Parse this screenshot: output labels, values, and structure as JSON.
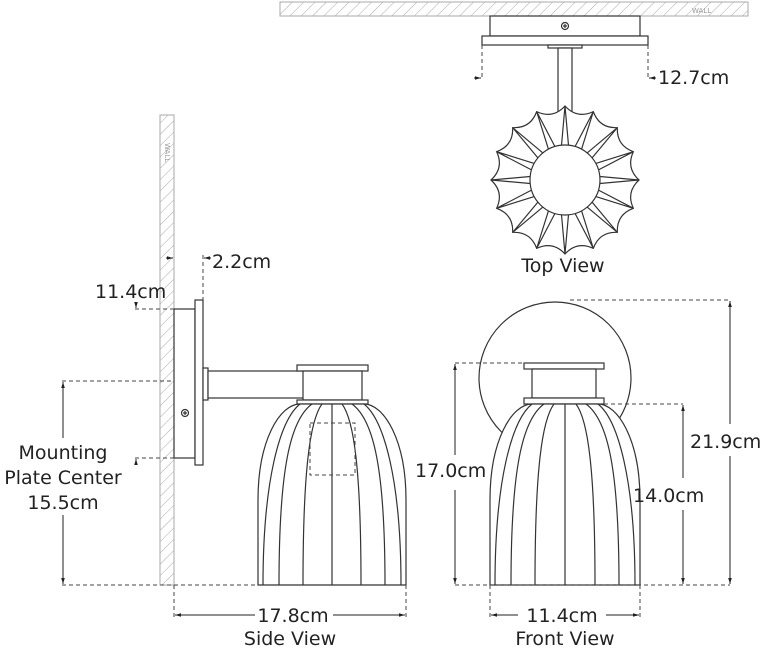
{
  "wall_label": "WALL",
  "top_view": {
    "title": "Top View",
    "plate_width": "12.7cm"
  },
  "side_view": {
    "title": "Side View",
    "plate_depth": "2.2cm",
    "plate_height": "11.4cm",
    "mounting_label_1": "Mounting",
    "mounting_label_2": "Plate Center",
    "mounting_value": "15.5cm",
    "extension": "17.8cm"
  },
  "front_view": {
    "title": "Front View",
    "shade_height": "17.0cm",
    "glass_height": "14.0cm",
    "overall_height": "21.9cm",
    "width": "11.4cm"
  }
}
